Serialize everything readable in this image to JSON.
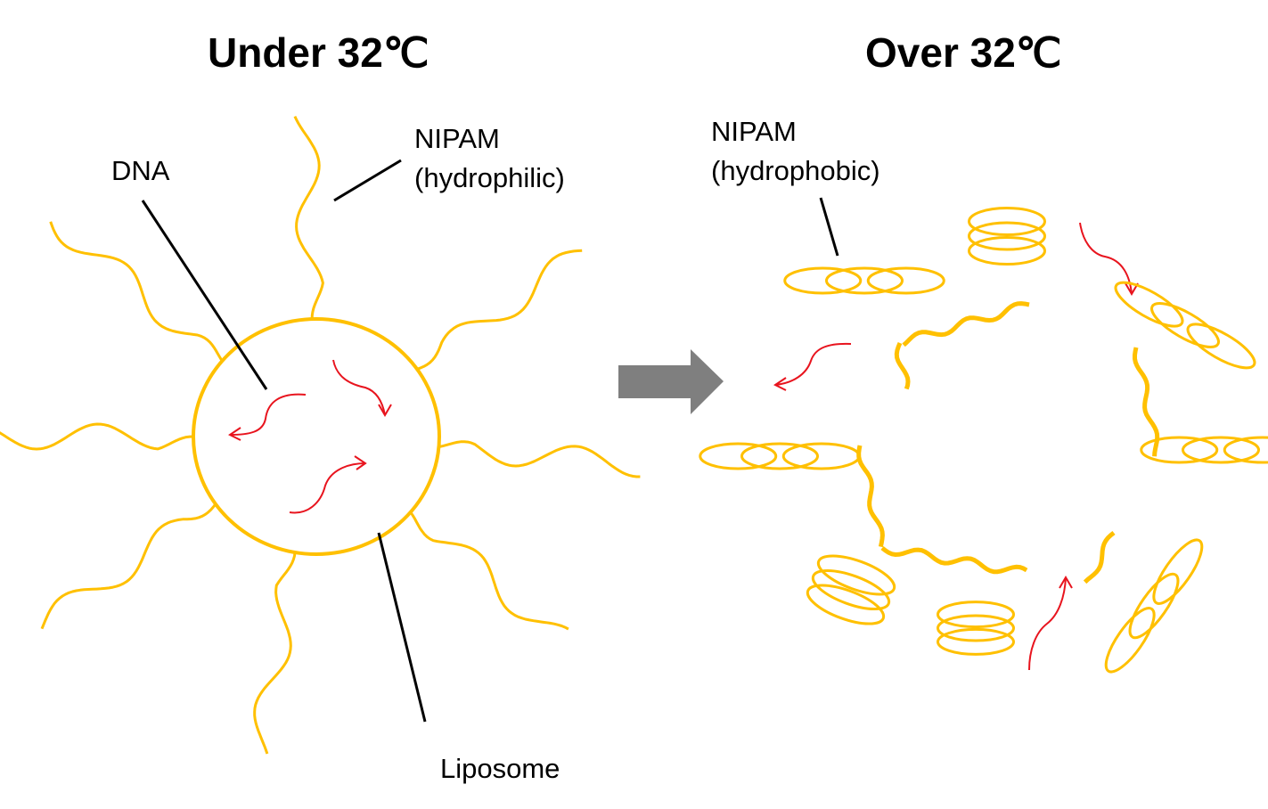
{
  "left_panel": {
    "title": "Under 32℃",
    "labels": {
      "nipam_line1": "NIPAM",
      "nipam_line2": "(hydrophilic)",
      "dna": "DNA",
      "liposome": "Liposome"
    }
  },
  "right_panel": {
    "title": "Over 32℃",
    "labels": {
      "nipam_line1": "NIPAM",
      "nipam_line2": "(hydrophobic)"
    }
  },
  "colors": {
    "polymer": "#FFC000",
    "arrow_red": "#E8141E",
    "transition_arrow": "#7F7F7F",
    "line": "#000000"
  }
}
